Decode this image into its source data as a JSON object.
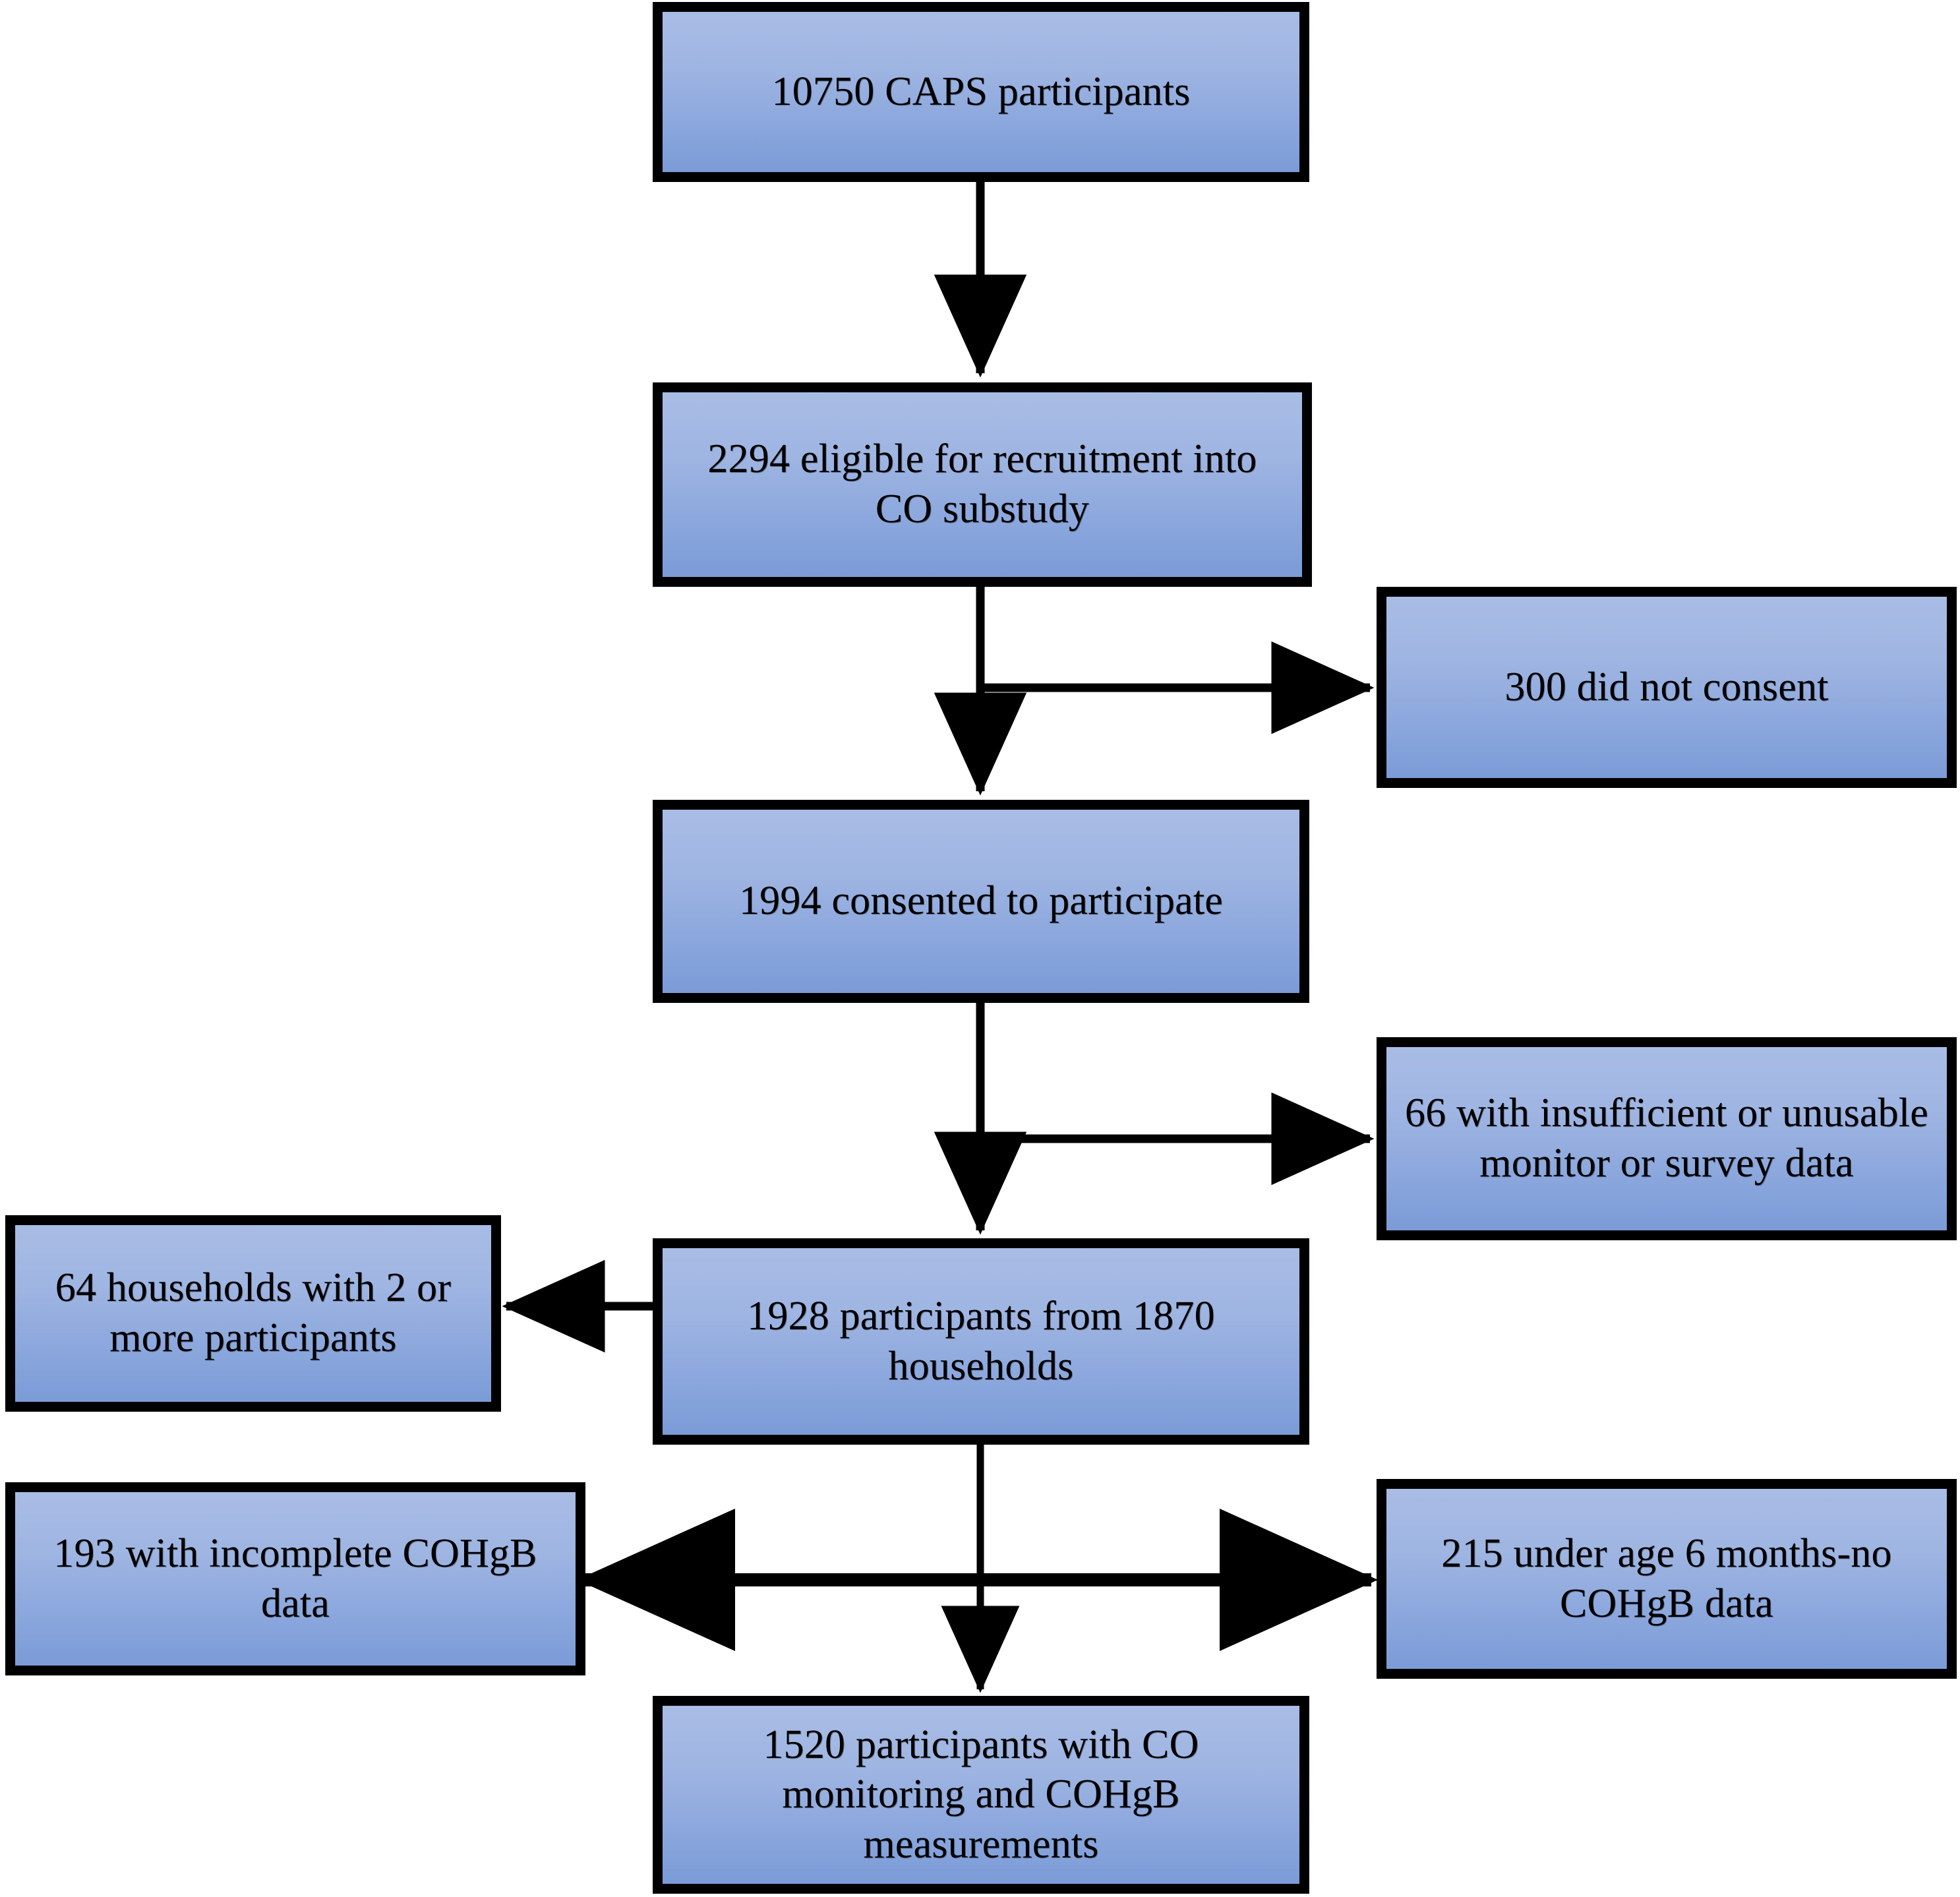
{
  "diagram": {
    "type": "flowchart",
    "title": "CAPS CO substudy participant flow",
    "orientation": "top-to-bottom",
    "background_color": "#ffffff",
    "node_fill_top_color": "#a8bce5",
    "node_fill_bottom_color": "#7b9bd7",
    "node_border_color": "#000000",
    "text_color": "#000000",
    "nodes": [
      {
        "id": "caps-participants",
        "text": "10750 CAPS participants",
        "column": "center",
        "value": 10750
      },
      {
        "id": "eligible-co-substudy",
        "text": "2294 eligible for recruitment into CO substudy",
        "column": "center",
        "value": 2294
      },
      {
        "id": "did-not-consent",
        "text": "300 did not consent",
        "column": "right",
        "value": 300
      },
      {
        "id": "consented-to-participate",
        "text": "1994 consented to participate",
        "column": "center",
        "value": 1994
      },
      {
        "id": "insufficient-monitor-survey-data",
        "text": "66 with insufficient or unusable monitor or survey data",
        "column": "right",
        "value": 66
      },
      {
        "id": "households-two-or-more",
        "text": "64 households with 2 or more participants",
        "column": "left",
        "value": 64
      },
      {
        "id": "participants-from-households",
        "text": "1928 participants from 1870 households",
        "column": "center",
        "value": 1928
      },
      {
        "id": "incomplete-cohgb-data",
        "text": "193 with incomplete COHgB data",
        "column": "left",
        "value": 193
      },
      {
        "id": "under-age-six-months",
        "text": "215 under age 6 months-no COHgB data",
        "column": "right",
        "value": 215
      },
      {
        "id": "final-sample",
        "text": "1520 participants with CO monitoring and COHgB measurements",
        "column": "center",
        "value": 1520
      }
    ],
    "edges": [
      {
        "from": "caps-participants",
        "to": "eligible-co-substudy",
        "style": "arrow-down"
      },
      {
        "from": "eligible-co-substudy",
        "to": "did-not-consent",
        "style": "arrow-right"
      },
      {
        "from": "eligible-co-substudy",
        "to": "consented-to-participate",
        "style": "arrow-down"
      },
      {
        "from": "consented-to-participate",
        "to": "insufficient-monitor-survey-data",
        "style": "arrow-right"
      },
      {
        "from": "consented-to-participate",
        "to": "participants-from-households",
        "style": "arrow-down"
      },
      {
        "from": "participants-from-households",
        "to": "households-two-or-more",
        "style": "arrow-left"
      },
      {
        "from": "participants-from-households",
        "to": "incomplete-cohgb-data",
        "style": "arrow-left"
      },
      {
        "from": "participants-from-households",
        "to": "under-age-six-months",
        "style": "arrow-right"
      },
      {
        "from": "participants-from-households",
        "to": "final-sample",
        "style": "arrow-down"
      }
    ]
  }
}
